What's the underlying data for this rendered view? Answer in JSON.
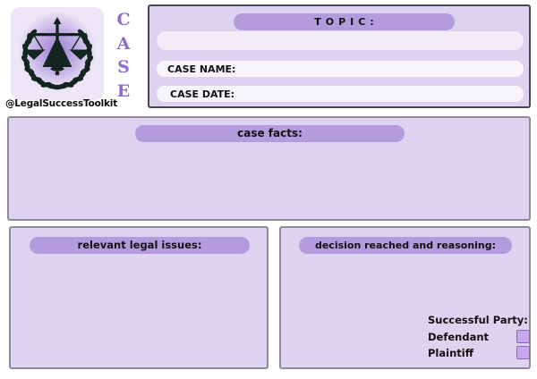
{
  "brand": {
    "handle": "@LegalSuccessToolkit",
    "logo": "scales-of-justice-in-laurel-wreath"
  },
  "case_vertical": {
    "letters": [
      "C",
      "A",
      "S",
      "E"
    ]
  },
  "header_panel": {
    "topic_label": "TOPIC:",
    "topic_value": "",
    "case_name_label": "CASE NAME:",
    "case_name_value": "",
    "case_date_label": "CASE DATE:",
    "case_date_value": ""
  },
  "sections": {
    "case_facts": {
      "title": "case facts:",
      "content": ""
    },
    "legal_issues": {
      "title": "relevant legal issues:",
      "content": ""
    },
    "decision": {
      "title": "decision reached and reasoning:",
      "content": "",
      "successful_party": {
        "label": "Successful Party:",
        "options": [
          {
            "label": "Defendant",
            "checked": false
          },
          {
            "label": "Plaintiff",
            "checked": false
          }
        ]
      }
    }
  },
  "colors": {
    "panel_bg": "#ddd2ef",
    "pill_header_bg": "#b49bdd",
    "input_bg": "#f7f4fb",
    "vertical_title_text": "#8e6cc8",
    "checkbox_fill": "#c9a7ec",
    "checkbox_border": "#8a66c2"
  }
}
